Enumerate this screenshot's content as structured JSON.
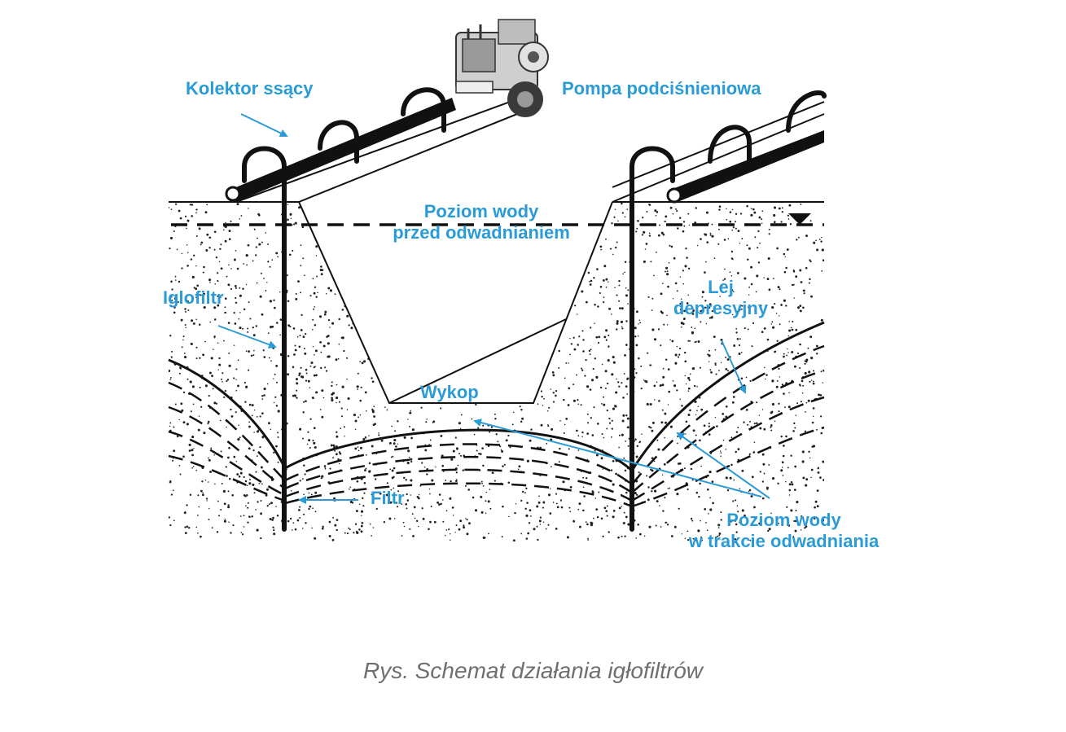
{
  "labels": {
    "collector": "Kolektor ssący",
    "pump": "Pompa podciśnieniowa",
    "water_level_before_line1": "Poziom wody",
    "water_level_before_line2": "przed odwadnianiem",
    "needle_filter": "Iglofiltr",
    "depression_cone_line1": "Lej",
    "depression_cone_line2": "depresyjny",
    "excavation": "Wykop",
    "filter": "Filtr",
    "water_level_during_line1": "Poziom wody",
    "water_level_during_line2": "w trakcie odwadniania"
  },
  "caption": "Rys. Schemat działania igłofiltrów",
  "colors": {
    "label": "#2a9bd6",
    "ink": "#111111",
    "caption": "#6f6f6f"
  }
}
